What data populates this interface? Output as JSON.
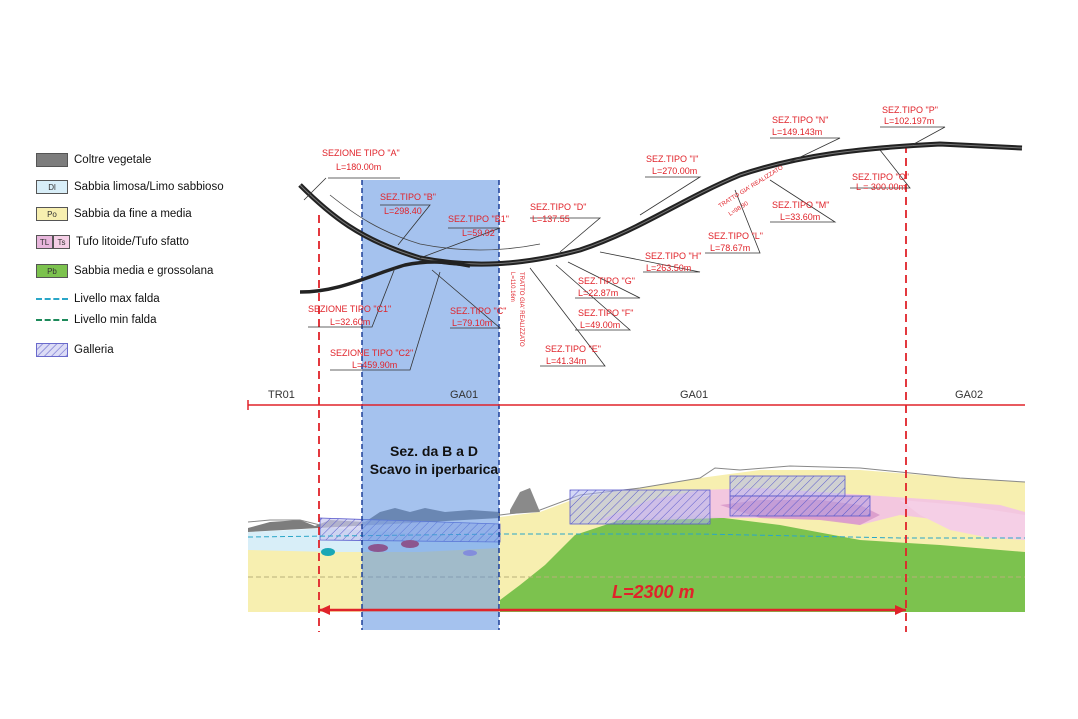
{
  "legend": [
    {
      "label": "Coltre vegetale",
      "code": "",
      "code2": "",
      "color": "#7d7d7d",
      "color2": ""
    },
    {
      "label": "Sabbia limosa/Limo sabbioso",
      "code": "Dl",
      "code2": "",
      "color": "#d8eef8",
      "color2": ""
    },
    {
      "label": "Sabbia da fine a media",
      "code": "Po",
      "code2": "",
      "color": "#f7efb0",
      "color2": ""
    },
    {
      "label": "Tufo litoide/Tufo sfatto",
      "code": "TL",
      "code2": "Ts",
      "color": "#e8b6dc",
      "color2": "#f5cfe6"
    },
    {
      "label": "Sabbia media e grossolana",
      "code": "Pb",
      "code2": "",
      "color": "#7cc24e",
      "color2": ""
    },
    {
      "label": "Livello max falda",
      "color": "#2aa6c8"
    },
    {
      "label": "Livello min falda",
      "color": "#1d8a5a"
    },
    {
      "label": "Galleria",
      "code": "",
      "color": "#c9c9ee"
    }
  ],
  "plan": {
    "sections": [
      {
        "name": "SEZIONE TIPO \"A\"",
        "length": "L=180.00m"
      },
      {
        "name": "SEZ.TIPO \"B\"",
        "length": "L=298.40"
      },
      {
        "name": "SEZ.TIPO \"B1\"",
        "length": "L=59.92"
      },
      {
        "name": "SEZ.TIPO \"D\"",
        "length": "L=137.55"
      },
      {
        "name": "SEZ.TIPO \"I\"",
        "length": "L=270.00m"
      },
      {
        "name": "SEZ.TIPO \"N\"",
        "length": "L=149.143m"
      },
      {
        "name": "SEZ.TIPO \"P\"",
        "length": "L=102.197m"
      },
      {
        "name": "SEZ.TIPO \"O\"",
        "length": "L = 300.00m"
      },
      {
        "name": "SEZ.TIPO \"M\"",
        "length": "L=33.60m"
      },
      {
        "name": "SEZ.TIPO \"L\"",
        "length": "L=78.67m"
      },
      {
        "name": "SEZ.TIPO \"H\"",
        "length": "L=263.50m"
      },
      {
        "name": "SEZ.TIPO \"G\"",
        "length": "L=22.87m"
      },
      {
        "name": "SEZ.TIPO \"F\"",
        "length": "L=49.00m"
      },
      {
        "name": "SEZ.TIPO \"E\"",
        "length": "L=41.34m"
      },
      {
        "name": "SEZIONE TIPO \"C1\"",
        "length": "L=32.60m"
      },
      {
        "name": "SEZ.TIPO \"C\"",
        "length": "L=79.10m"
      },
      {
        "name": "SEZIONE TIPO \"C2\"",
        "length": "L=459.90m"
      }
    ],
    "tratto1": "TRATTO GIA' REALIZZATO",
    "tratto1_len": "L=98.90",
    "tratto2": "TRATTO GIA' REALIZZATO",
    "tratto2_len": "L=110.16m"
  },
  "segments": [
    "TR01",
    "GA01",
    "GA01",
    "GA02"
  ],
  "highlight": {
    "line1": "Sez. da B a D",
    "line2": "Scavo in iperbarica"
  },
  "total_length": "L=2300 m",
  "colors": {
    "red": "#e0232a",
    "blue_band": "#5b8fe0",
    "black_line": "#222222"
  }
}
